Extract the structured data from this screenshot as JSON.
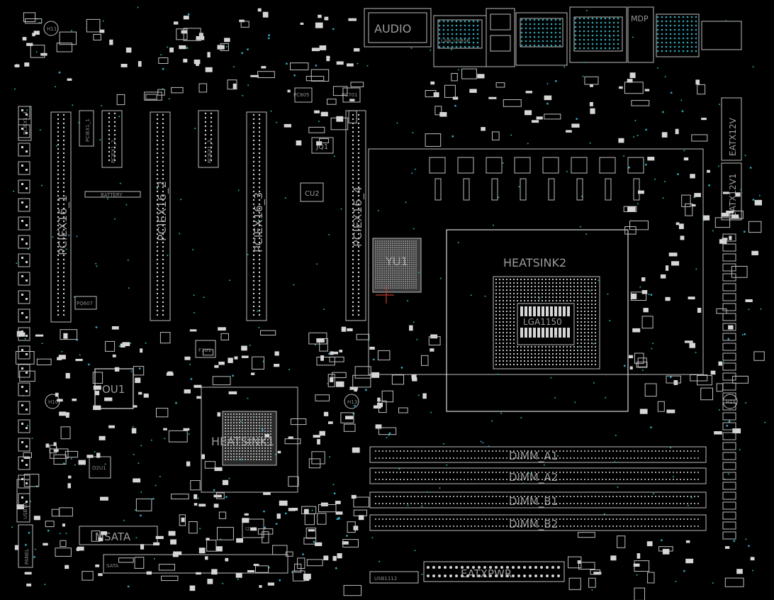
{
  "board": {
    "background": "#000000",
    "outline_color": "#c8c8c8",
    "pad_color": "#d6d6d6",
    "via_color": "#2fa4b4",
    "label_color": "#9a9a9a",
    "accent_color": "#c0392b"
  },
  "labels": {
    "audio": "AUDIO",
    "lan": "LAN_USB56",
    "mdp": "MDP",
    "heatsink2": "HEATSINK2",
    "heatsink1": "HEATSINK1",
    "yu1": "YU1",
    "lga": "LGA1150",
    "ou1": "OU1",
    "msata": "MSATA",
    "battery": "BATTERY",
    "pciex16_1": "PCIEX16_1",
    "pciex16_2": "PCIEX16_2",
    "pciex16_3": "PCIEX16_3",
    "pciex16_4": "PCIEX16_4",
    "pciex1_1": "PCIEX1_1",
    "pciex1_2": "PCIEX1_2",
    "pciex1_3": "PCIEX1_3",
    "pciex1_4": "PCIEX1_4",
    "dimm_a1": "DIMM_A1",
    "dimm_a2": "DIMM_A2",
    "dimm_b1": "DIMM_B1",
    "dimm_b2": "DIMM_B2",
    "eatxpwr": "EATXPWR",
    "eatx12v": "EATX12V",
    "eatx12v1": "EATX12V1",
    "usb10": "USB10",
    "panel": "PANEL",
    "usb1112": "USB1112",
    "cu2": "CU2",
    "jq1": "JQ1",
    "f1u1": "F1U1",
    "o2u1": "O2U1",
    "i2u1": "I2U1",
    "h11": "H11",
    "h10": "H10",
    "h13": "H13",
    "h15": "H15",
    "pc805": "PC805",
    "pc701": "PC701",
    "pq607": "PQ607",
    "sata": "SATA"
  }
}
